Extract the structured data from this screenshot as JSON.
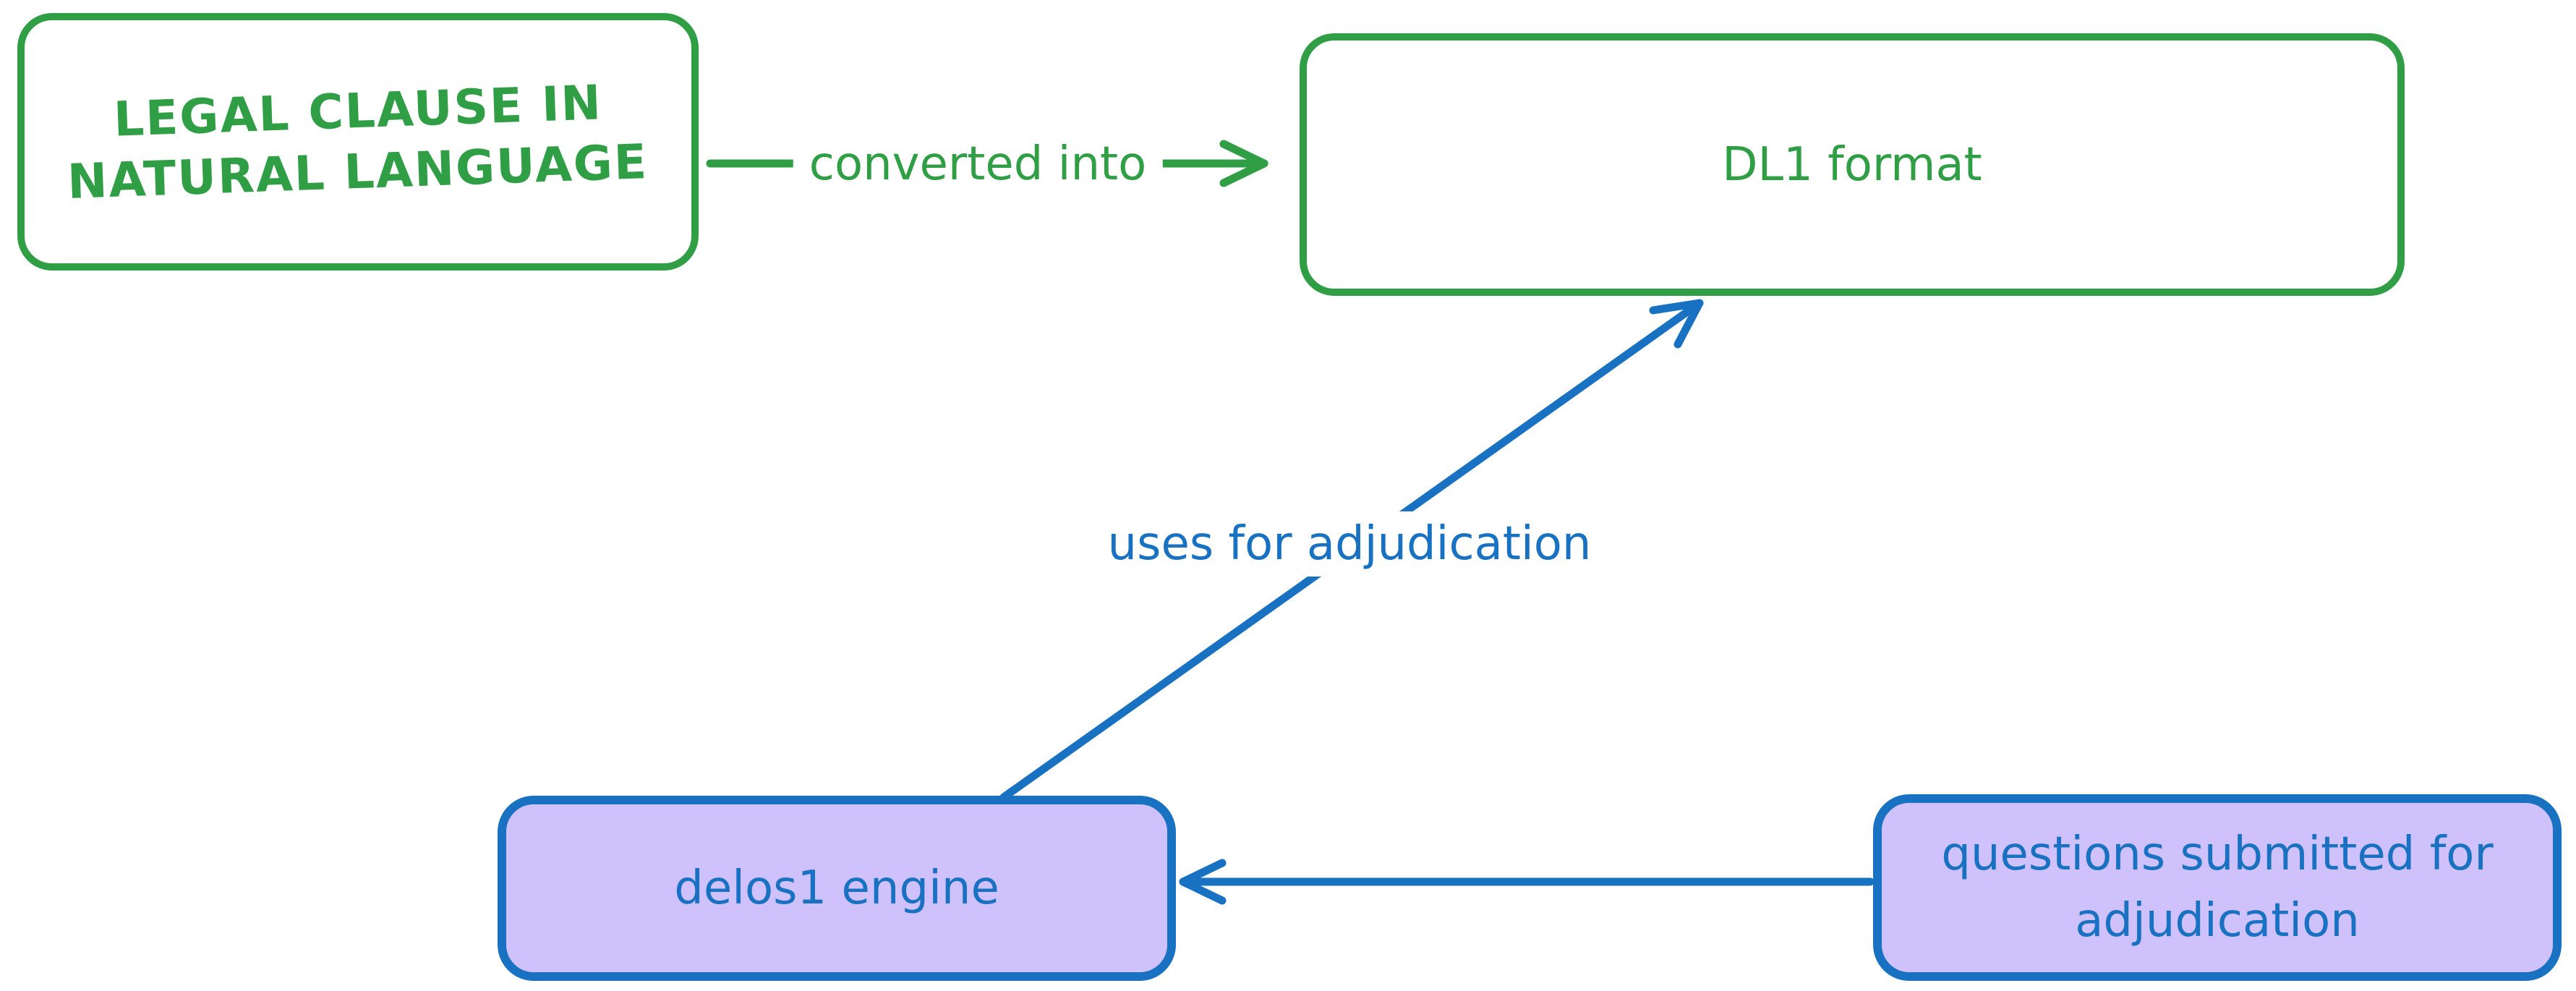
{
  "diagram": {
    "nodes": {
      "legal_clause": {
        "line1": "LEGAL CLAUSE IN",
        "line2": "NATURAL LANGUAGE"
      },
      "dl1_format": {
        "label": "DL1 format"
      },
      "delos1_engine": {
        "label": "delos1 engine"
      },
      "questions": {
        "line1": "questions submitted for",
        "line2": "adjudication"
      }
    },
    "edges": [
      {
        "id": "converted-into",
        "from": "legal_clause",
        "to": "dl1_format",
        "label": "converted into",
        "color": "#2f9e44"
      },
      {
        "id": "uses-for-adjudication",
        "from": "delos1_engine",
        "to": "dl1_format",
        "label": "uses for adjudication",
        "color": "#1971c2"
      },
      {
        "id": "questions-to-engine",
        "from": "questions",
        "to": "delos1_engine",
        "label": "",
        "color": "#1971c2"
      }
    ],
    "colors": {
      "green": "#2f9e44",
      "blue": "#1971c2",
      "purple_fill": "#cfc2fc",
      "background": "#ffffff"
    }
  }
}
